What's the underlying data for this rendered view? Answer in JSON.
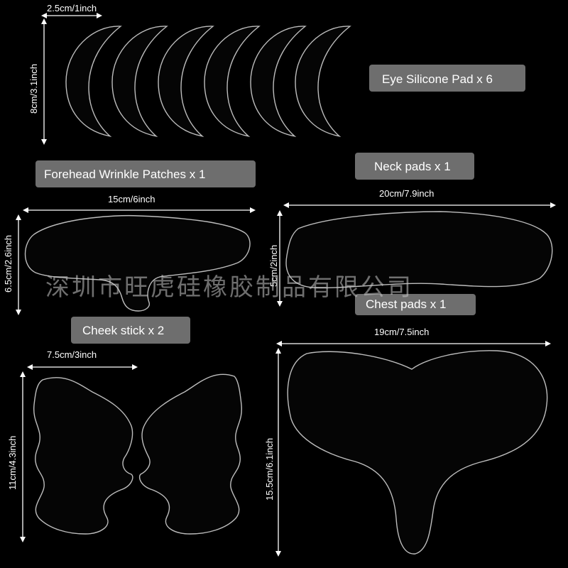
{
  "labels": {
    "eye": "Eye Silicone Pad x 6",
    "forehead": "Forehead Wrinkle Patches x 1",
    "neck": "Neck pads x 1",
    "chest": "Chest pads x 1",
    "cheek": "Cheek stick x 2"
  },
  "dimensions": {
    "eye_width": "2.5cm/1inch",
    "eye_height": "8cm/3.1inch",
    "forehead_width": "15cm/6inch",
    "forehead_height": "6.5cm/2.6inch",
    "neck_width": "20cm/7.9inch",
    "neck_height": "5cm/2inch",
    "chest_width": "19cm/7.5inch",
    "chest_height": "15.5cm/6.1inch",
    "cheek_width": "7.5cm/3inch",
    "cheek_height": "11cm/4.3inch"
  },
  "watermark": "深圳市旺虎硅橡胶制品有限公司",
  "colors": {
    "background": "#000000",
    "label_box": "#6e6e6e",
    "pad_outline": "#bdbdbd",
    "text": "#ffffff"
  },
  "product_counts": {
    "eye_pads": 6,
    "forehead_patches": 1,
    "neck_pads": 1,
    "chest_pads": 1,
    "cheek_sticks": 2
  }
}
